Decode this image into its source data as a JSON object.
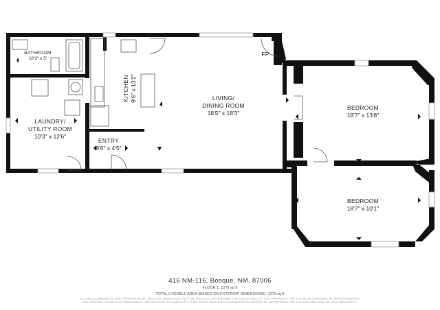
{
  "rooms": {
    "bathroom": {
      "name": "BATHROOM",
      "dims": "10'3\" x 5'"
    },
    "kitchen": {
      "name": "KITCHEN",
      "dims": "9'6\" x 13'2\""
    },
    "living": {
      "name": "LIVING/",
      "name2": "DINING ROOM",
      "dims": "18'5\" x 18'3\""
    },
    "fireplace": {
      "name": "FP"
    },
    "bedroom1": {
      "name": "BEDROOM",
      "dims": "18'7\" x 13'8\""
    },
    "laundry": {
      "name": "LAUNDRY/",
      "name2": "UTILITY ROOM",
      "dims": "10'3\" x 12'6\""
    },
    "entry": {
      "name": "ENTRY",
      "dims": "9'6\" x 4'5\""
    },
    "bedroom2": {
      "name": "BEDROOM",
      "dims": "18'7\" x 10'1\""
    }
  },
  "footer": {
    "address": "416 NM-116, Bosque, NM, 87006",
    "floor": "FLOOR 1: 1279 sq ft",
    "total": "TOTAL LIVEABLE AREA (BASED ON EXTERIOR DIMENSIONS): 1279 sq ft",
    "disclaimer_1": "ALL MEASUREMENTS ARE APPROXIMATE. THIS DOCUMENT MAY NOT BE USED TO DETERMINE THE VALUATION OF THE PROPERTY OR ESTIMATE ERRORS OR IMPROVEMENTS.",
    "disclaimer_2": "ALL PARTIES USING THIS DOCUMENT ARE ADVISED TO AGREE TO TAKE THEIR OWN MEASUREMENTS IN ORDER TO DETERMINE THE LAYOUT AND SIZE OF THE PROPERTY."
  },
  "colors": {
    "wall": "#111111",
    "fixture": "#555555",
    "window": "#9a9a9a"
  }
}
